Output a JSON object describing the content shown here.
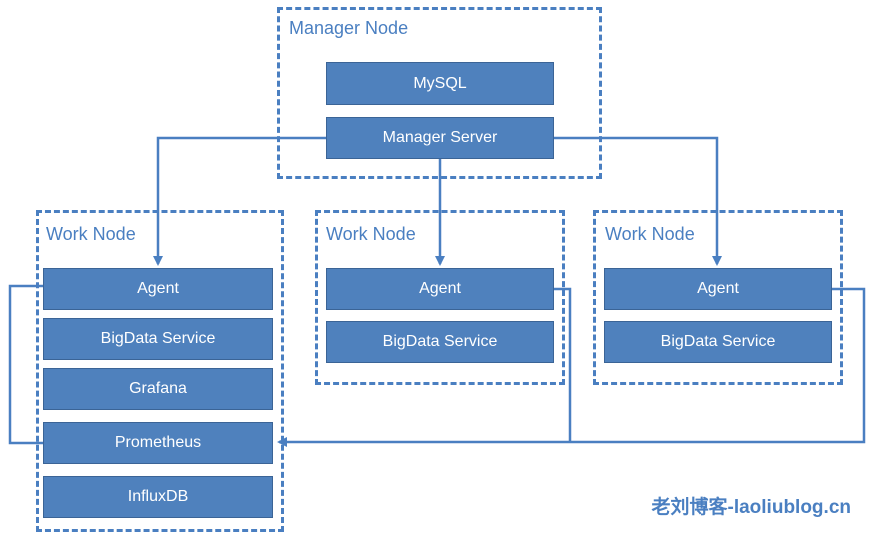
{
  "manager_node": {
    "label": "Manager Node",
    "mysql": "MySQL",
    "manager_server": "Manager Server"
  },
  "work_nodes": [
    {
      "label": "Work Node",
      "services": [
        "Agent",
        "BigData Service",
        "Grafana",
        "Prometheus",
        "InfluxDB"
      ]
    },
    {
      "label": "Work Node",
      "services": [
        "Agent",
        "BigData Service"
      ]
    },
    {
      "label": "Work Node",
      "services": [
        "Agent",
        "BigData Service"
      ]
    }
  ],
  "watermark": "老刘博客-laoliublog.cn",
  "colors": {
    "box_fill": "#4f81bd",
    "frame": "#4a7fc1",
    "line": "#4a7fc1"
  }
}
